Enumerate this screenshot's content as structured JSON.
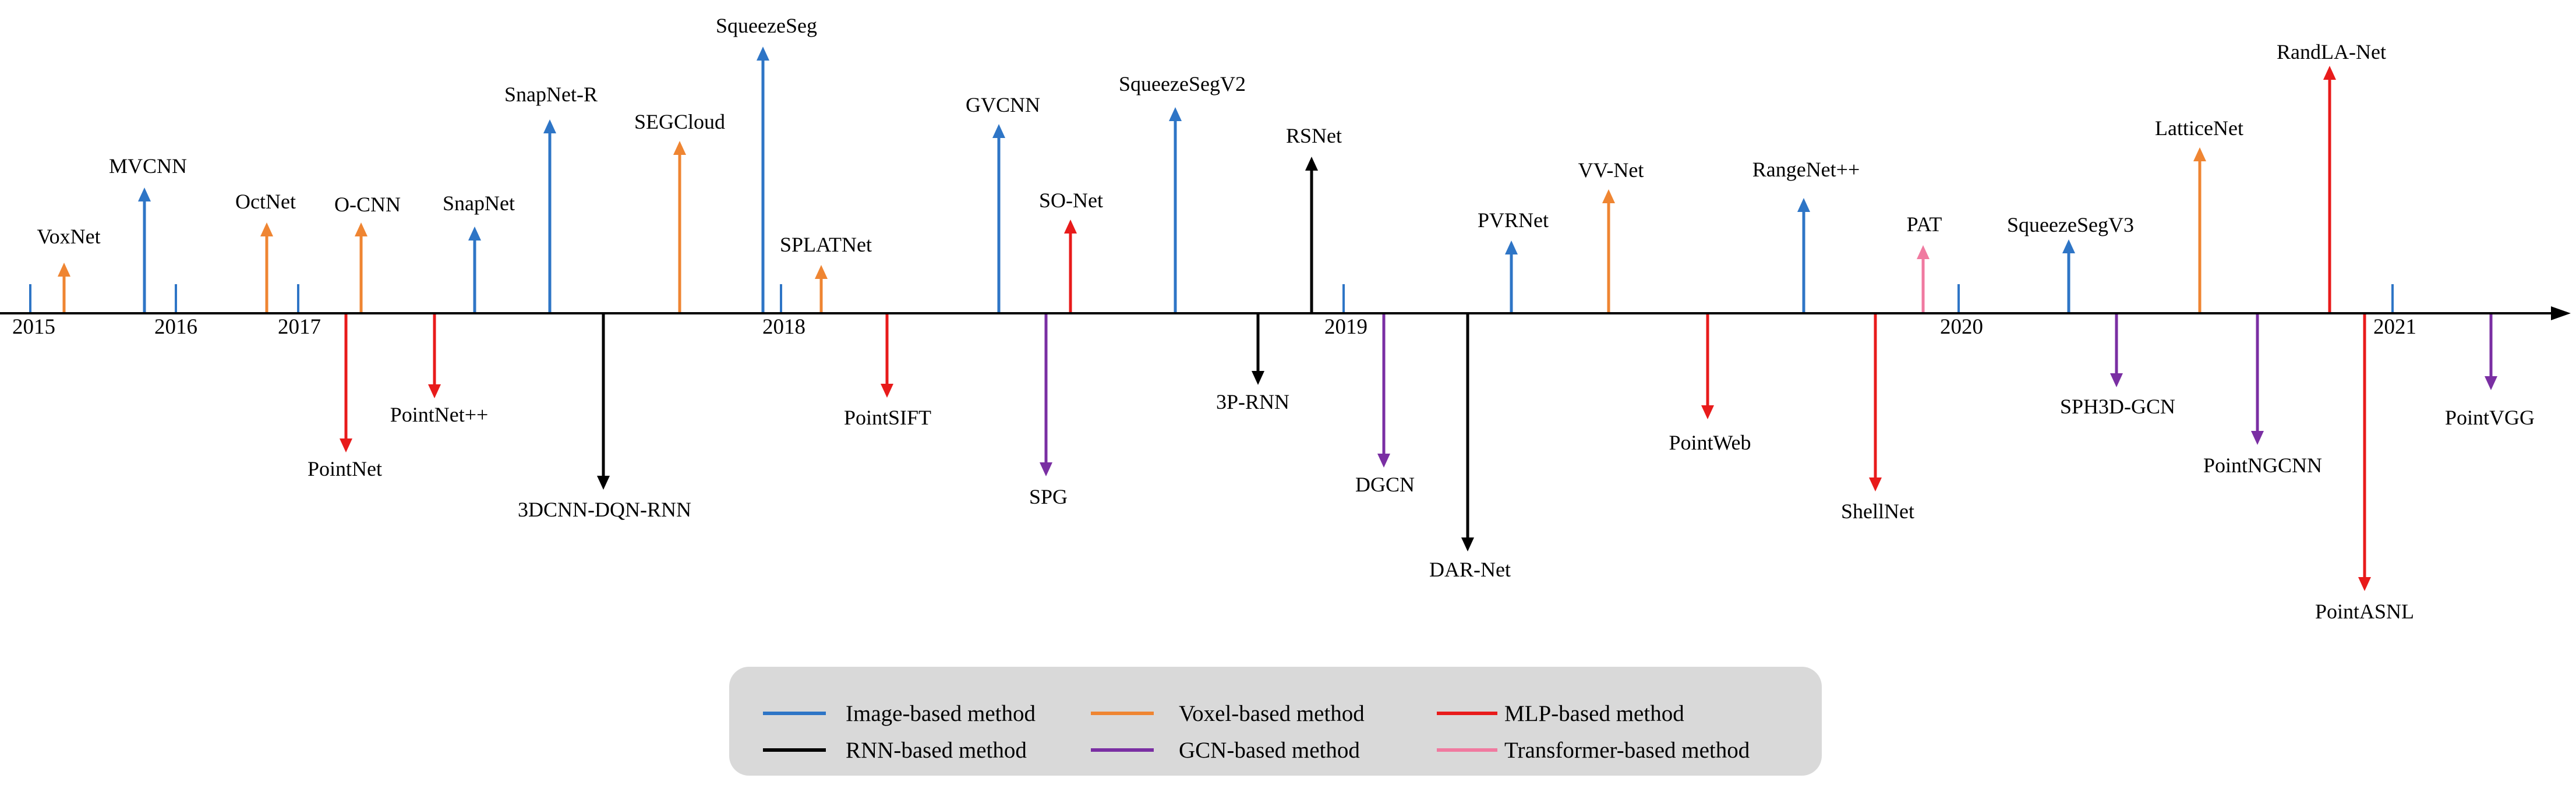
{
  "colors": {
    "image": "#2e75c6",
    "voxel": "#ef8532",
    "mlp": "#e81b1b",
    "rnn": "#000000",
    "gcn": "#7a2fa3",
    "transformer": "#f07aa0",
    "legend_bg": "#d9d9d9"
  },
  "years": [
    "2015",
    "2016",
    "2017",
    "2018",
    "2019",
    "2020",
    "2021"
  ],
  "methods": [
    {
      "name": "VoxNet",
      "cat": "voxel",
      "dir": "up"
    },
    {
      "name": "MVCNN",
      "cat": "image",
      "dir": "up"
    },
    {
      "name": "OctNet",
      "cat": "voxel",
      "dir": "up"
    },
    {
      "name": "PointNet",
      "cat": "mlp",
      "dir": "down"
    },
    {
      "name": "O-CNN",
      "cat": "voxel",
      "dir": "up"
    },
    {
      "name": "PointNet++",
      "cat": "mlp",
      "dir": "down"
    },
    {
      "name": "SnapNet",
      "cat": "image",
      "dir": "up"
    },
    {
      "name": "SnapNet-R",
      "cat": "image",
      "dir": "up"
    },
    {
      "name": "3DCNN-DQN-RNN",
      "cat": "rnn",
      "dir": "down"
    },
    {
      "name": "SEGCloud",
      "cat": "voxel",
      "dir": "up"
    },
    {
      "name": "SqueezeSeg",
      "cat": "image",
      "dir": "up"
    },
    {
      "name": "SPLATNet",
      "cat": "voxel",
      "dir": "up"
    },
    {
      "name": "PointSIFT",
      "cat": "mlp",
      "dir": "down"
    },
    {
      "name": "GVCNN",
      "cat": "image",
      "dir": "up"
    },
    {
      "name": "SPG",
      "cat": "gcn",
      "dir": "down"
    },
    {
      "name": "SO-Net",
      "cat": "mlp",
      "dir": "up"
    },
    {
      "name": "SqueezeSegV2",
      "cat": "image",
      "dir": "up"
    },
    {
      "name": "3P-RNN",
      "cat": "rnn",
      "dir": "down"
    },
    {
      "name": "RSNet",
      "cat": "rnn",
      "dir": "up"
    },
    {
      "name": "DGCN",
      "cat": "gcn",
      "dir": "down"
    },
    {
      "name": "DAR-Net",
      "cat": "rnn",
      "dir": "down"
    },
    {
      "name": "PVRNet",
      "cat": "image",
      "dir": "up"
    },
    {
      "name": "VV-Net",
      "cat": "voxel",
      "dir": "up"
    },
    {
      "name": "PointWeb",
      "cat": "mlp",
      "dir": "down"
    },
    {
      "name": "RangeNet++",
      "cat": "image",
      "dir": "up"
    },
    {
      "name": "ShellNet",
      "cat": "mlp",
      "dir": "down"
    },
    {
      "name": "PAT",
      "cat": "transformer",
      "dir": "up"
    },
    {
      "name": "SqueezeSegV3",
      "cat": "image",
      "dir": "up"
    },
    {
      "name": "SPH3D-GCN",
      "cat": "gcn",
      "dir": "down"
    },
    {
      "name": "LatticeNet",
      "cat": "voxel",
      "dir": "up"
    },
    {
      "name": "PointNGCNN",
      "cat": "gcn",
      "dir": "down"
    },
    {
      "name": "RandLA-Net",
      "cat": "mlp",
      "dir": "up"
    },
    {
      "name": "PointASNL",
      "cat": "mlp",
      "dir": "down"
    },
    {
      "name": "PointVGG",
      "cat": "gcn",
      "dir": "down"
    }
  ],
  "legend": {
    "items": [
      {
        "label": "Image-based method",
        "cat": "image"
      },
      {
        "label": "Voxel-based method",
        "cat": "voxel"
      },
      {
        "label": "MLP-based method",
        "cat": "mlp"
      },
      {
        "label": "RNN-based method",
        "cat": "rnn"
      },
      {
        "label": "GCN-based method",
        "cat": "gcn"
      },
      {
        "label": "Transformer-based method",
        "cat": "transformer"
      }
    ]
  }
}
